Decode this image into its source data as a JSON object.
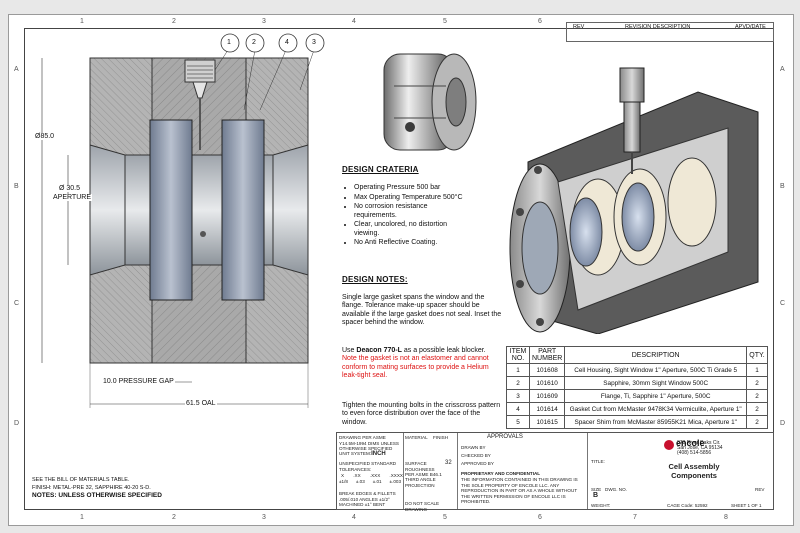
{
  "balloons": [
    "1",
    "2",
    "4",
    "3"
  ],
  "zones": {
    "cols": [
      "1",
      "2",
      "3",
      "4",
      "5",
      "6",
      "7",
      "8"
    ],
    "rows": [
      "A",
      "B",
      "C",
      "D"
    ]
  },
  "revision_table": {
    "rev": "REV",
    "description": "REVISION DESCRIPTION",
    "approved": "APVD/DATE"
  },
  "dimensions": {
    "diameter": "Ø85.0",
    "aperture_value": "Ø 30.5",
    "aperture_label": "APERTURE",
    "pressure_gap": "10.0 PRESSURE GAP",
    "oal": "61.5 OAL"
  },
  "design_criteria": {
    "heading": "DESIGN CRATERIA",
    "items": [
      "Operating Pressure 500 bar",
      "Max Operating Temperature 500°C",
      "No corrosion resistance requirements.",
      "Clear, uncolored, no distortion viewing.",
      "No Anti Reflective Coating."
    ]
  },
  "design_notes": {
    "heading": "DESIGN NOTES:",
    "p1": "Single large gasket spans the window and the flange. Tolerance make-up spacer should be available if the large gasket does not seal. Inset the spacer behind the window.",
    "p2_pre": "Use ",
    "p2_bold": "Deacon 770-L",
    "p2_mid": " as a possible leak blocker. ",
    "p2_red": "Note the gasket is not an elastomer and cannot conform to mating surfaces to provide a Helium leak-tight seal.",
    "p3": "Tighten the mounting bolts in the crisscross pattern to even force distribution over the face of the window."
  },
  "bom": {
    "headers": [
      "ITEM NO.",
      "PART NUMBER",
      "DESCRIPTION",
      "QTY."
    ],
    "rows": [
      [
        "1",
        "101608",
        "Cell Housing, Sight Window 1\" Aperture, 500C Ti Grade 5",
        "1"
      ],
      [
        "2",
        "101610",
        "Sapphire, 30mm Sight Window 500C",
        "2"
      ],
      [
        "3",
        "101609",
        "Flange, Ti, Sapphire 1\" Aperture, 500C",
        "2"
      ],
      [
        "4",
        "101614",
        "Gasket Cut from McMaster 9478K34 Vermiculite, Aperture 1\"",
        "2"
      ],
      [
        "5",
        "101615",
        "Spacer Shim from McMaster 85955K21 Mica, Aperture 1\"",
        "2"
      ]
    ]
  },
  "title_block": {
    "drawing_note": "DRAWING PER ASME Y14.5M-1994 DIMS UNLESS OTHERWISE SPECIFIED",
    "unit_system_label": "UNIT SYSTEM:",
    "unit_system": "INCH",
    "tolerances_label": "UNSPECIFIED STANDARD TOLERANCES:",
    "tol_x": "X",
    "tol_xx": ".XX",
    "tol_xxx": ".XXX",
    "tol_xxxx": ".XXXX",
    "tol_v1": "±1/8",
    "tol_v2": "±.03",
    "tol_v3": "±.01",
    "tol_v4": "±.003",
    "break_edges": "BREAK EDGES & FILLETS .005/.010 ANGLES ±1/2° MACHINED ±1° BENT",
    "material": "MATERIAL",
    "finish": "FINISH",
    "surface": "SURFACE ROUGHNESS PER ASME B46.1",
    "surface_value": "32",
    "third_angle": "THIRD ANGLE PROJECTION",
    "do_not_scale": "DO NOT SCALE DRAWING",
    "approvals": "APPROVALS",
    "drawn": "DRAWN BY",
    "checked": "CHECKED BY",
    "approved": "APPROVED BY",
    "proprietary": "PROPRIETARY AND CONFIDENTIAL",
    "prop_text": "THE INFORMATION CONTAINED IN THIS DRAWING IS THE SOLE PROPERTY OF ENCOLE LLC. ANY REPRODUCTION IN PART OR AS A WHOLE WITHOUT THE WRITTEN PERMISSION OF ENCOLE LLC IS PROHIBITED.",
    "company": "encole",
    "address1": "378 River Oaks Cir.",
    "address2": "San Jose, CA 95134",
    "phone": "(408) 514-5856",
    "title_label": "TITLE:",
    "title": "Cell Assembly Components",
    "size_label": "SIZE",
    "size": "B",
    "dwg_label": "DWG. NO.",
    "rev_label": "REV",
    "weight_label": "WEIGHT:",
    "cage_code": "CAGE Code: 52592",
    "sheet": "SHEET 1 OF 1"
  },
  "notes": {
    "bom_note": "SEE THE BILL OF MATERIALS TABLE.",
    "finish_note": "FINISH: METAL-PRE 32, SAPPHIRE 40-20 S-D.",
    "label": "NOTES:",
    "unless": "UNLESS OTHERWISE SPECIFIED"
  }
}
